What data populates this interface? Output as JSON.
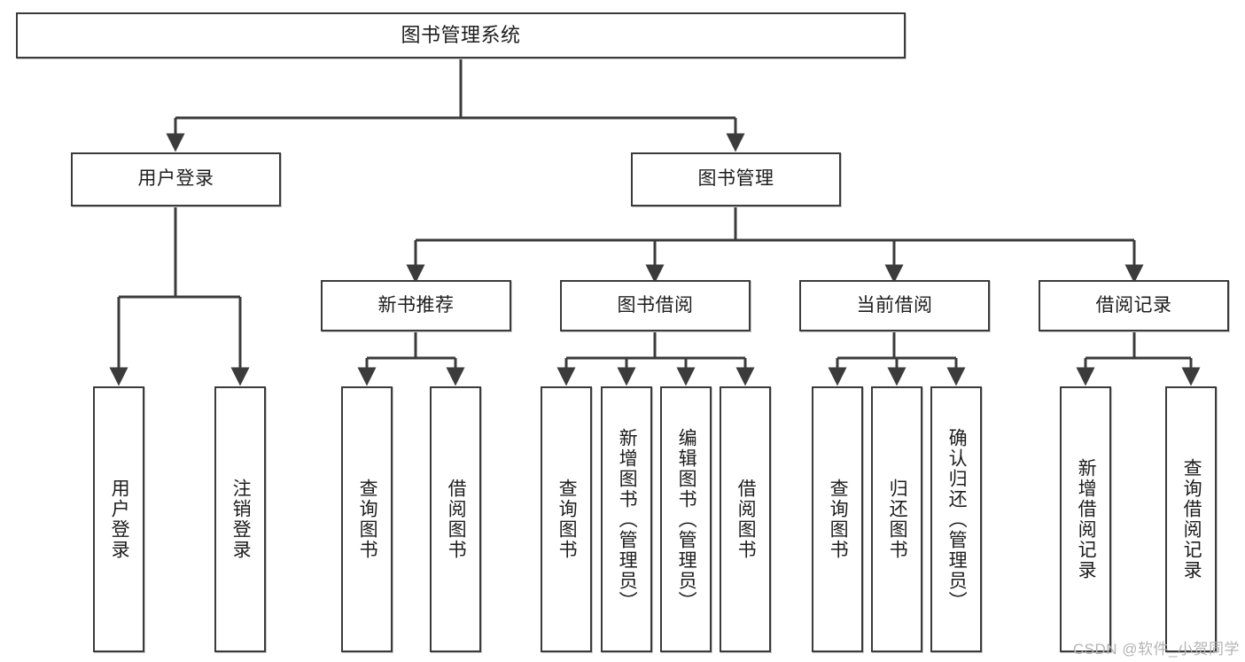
{
  "diagram": {
    "type": "tree",
    "title": "图书管理系统",
    "orientation": "top-down",
    "edge_color": "#3b3b3b",
    "box_border_color": "#3b3b3b",
    "box_fill_color": "#ffffff",
    "text_color": "#1d1d1d"
  },
  "nodes": {
    "root": {
      "label": "图书管理系统",
      "level": 1
    },
    "level2": [
      {
        "label": "用户登录",
        "level": 2
      },
      {
        "label": "图书管理",
        "level": 2
      }
    ],
    "level3": [
      {
        "label": "新书推荐",
        "level": 3
      },
      {
        "label": "图书借阅",
        "level": 3
      },
      {
        "label": "当前借阅",
        "level": 3
      },
      {
        "label": "借阅记录",
        "level": 3
      }
    ],
    "leaves": {
      "user_login": [
        {
          "label": "用户登录",
          "level": 3
        },
        {
          "label": "注销登录",
          "level": 3
        }
      ],
      "new_book_recommend": [
        {
          "label": "查询图书",
          "level": 4
        },
        {
          "label": "借阅图书",
          "level": 4
        }
      ],
      "book_borrow": [
        {
          "label": "查询图书",
          "level": 4
        },
        {
          "label": "新增图书（管理员）",
          "level": 4
        },
        {
          "label": "编辑图书（管理员）",
          "level": 4
        },
        {
          "label": "借阅图书",
          "level": 4
        }
      ],
      "current_borrow": [
        {
          "label": "查询图书",
          "level": 4
        },
        {
          "label": "归还图书",
          "level": 4
        },
        {
          "label": "确认归还（管理员）",
          "level": 4
        }
      ],
      "borrow_record": [
        {
          "label": "新增借阅记录",
          "level": 4
        },
        {
          "label": "查询借阅记录",
          "level": 4
        }
      ]
    }
  },
  "watermark": {
    "text": "CSDN @软件_小贺同学"
  }
}
